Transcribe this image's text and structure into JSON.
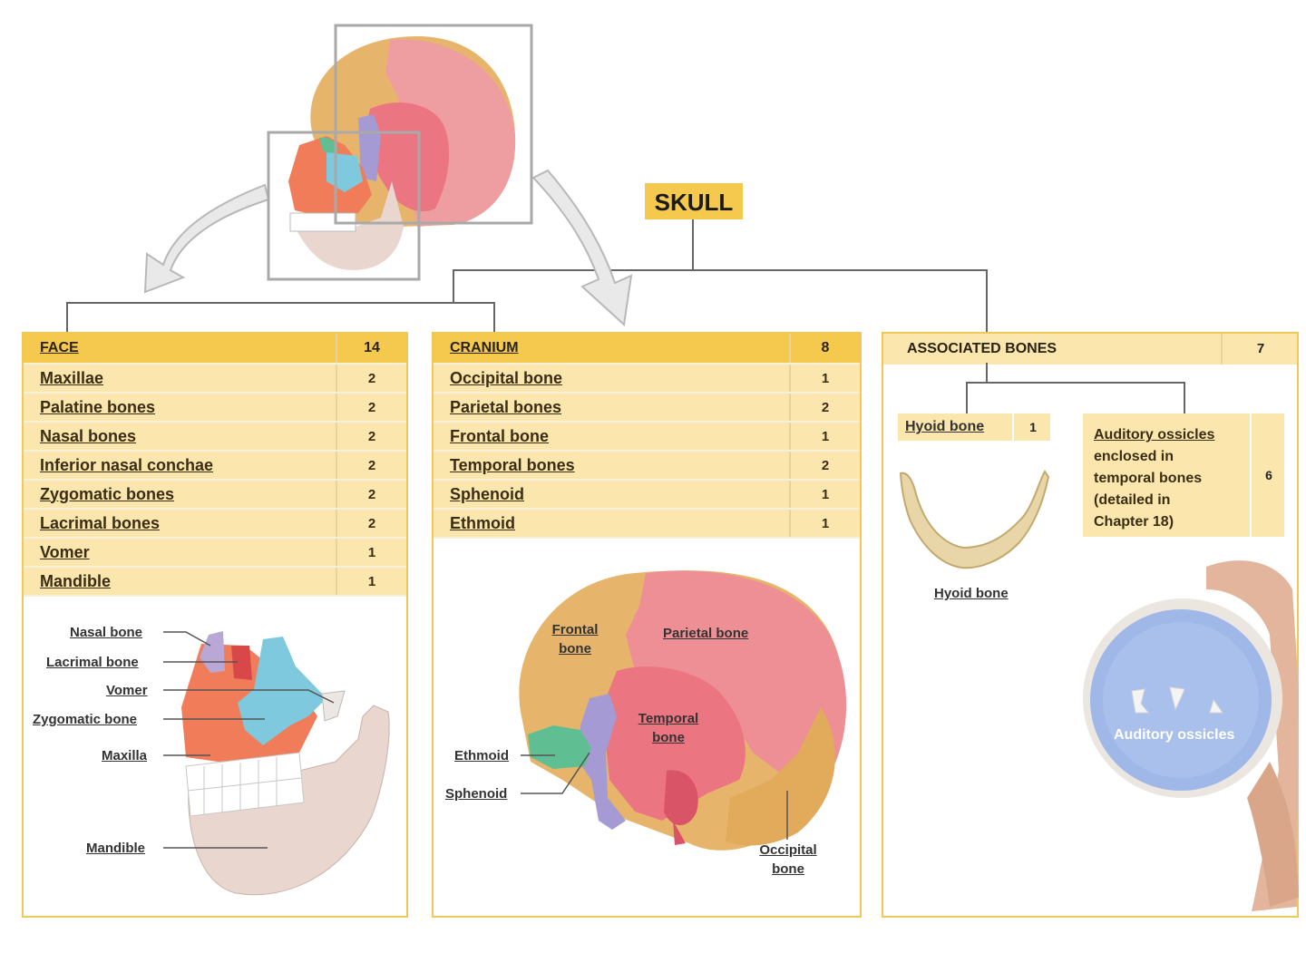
{
  "skull": {
    "title": "SKULL"
  },
  "face": {
    "header": "FACE",
    "count": "14",
    "rows": [
      {
        "name": "Maxillae",
        "count": "2"
      },
      {
        "name": "Palatine bones",
        "count": "2"
      },
      {
        "name": "Nasal bones",
        "count": "2"
      },
      {
        "name": "Inferior nasal conchae",
        "count": "2"
      },
      {
        "name": "Zygomatic bones",
        "count": "2"
      },
      {
        "name": "Lacrimal bones",
        "count": "2"
      },
      {
        "name": "Vomer",
        "count": "1"
      },
      {
        "name": "Mandible",
        "count": "1"
      }
    ],
    "labels": {
      "nasal": "Nasal bone",
      "lacrimal": "Lacrimal bone",
      "vomer": "Vomer",
      "zygomatic": "Zygomatic bone",
      "maxilla": "Maxilla",
      "mandible": "Mandible"
    }
  },
  "cranium": {
    "header": "CRANIUM",
    "count": "8",
    "rows": [
      {
        "name": "Occipital bone",
        "count": "1"
      },
      {
        "name": "Parietal bones",
        "count": "2"
      },
      {
        "name": "Frontal bone",
        "count": "1"
      },
      {
        "name": "Temporal bones",
        "count": "2"
      },
      {
        "name": "Sphenoid",
        "count": "1"
      },
      {
        "name": "Ethmoid",
        "count": "1"
      }
    ],
    "labels": {
      "frontal_1": "Frontal",
      "frontal_2": "bone",
      "parietal": "Parietal bone",
      "temporal_1": "Temporal",
      "temporal_2": "bone",
      "ethmoid": "Ethmoid",
      "sphenoid": "Sphenoid",
      "occipital_1": "Occipital",
      "occipital_2": "bone"
    }
  },
  "associated": {
    "header": "ASSOCIATED BONES",
    "count": "7",
    "hyoid": {
      "name": "Hyoid bone",
      "count": "1",
      "image_label": "Hyoid bone"
    },
    "ossicles": {
      "lines": [
        "Auditory ossicles",
        "enclosed in",
        "temporal bones",
        "(detailed in",
        "Chapter 18)"
      ],
      "count": "6",
      "image_label": "Auditory ossicles"
    }
  },
  "colors": {
    "header_gold": "#f5c94e",
    "row_cream": "#fbe7ad",
    "frontal": "#e6b56b",
    "parietal": "#ee8f95",
    "temporal": "#ec7582",
    "occipital": "#e2ab5c",
    "sphenoid": "#a59ad3",
    "ethmoid": "#5fbf92",
    "zygomatic": "#7ec9dd",
    "maxilla": "#f07c5a",
    "mandible": "#e9d6cf",
    "dish": "#9fb8e8"
  }
}
